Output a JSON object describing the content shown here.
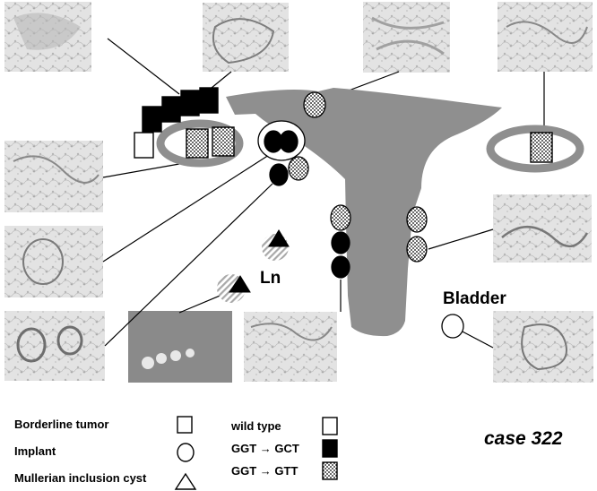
{
  "labels": {
    "ln": "Ln",
    "bladder": "Bladder",
    "case": "case 322"
  },
  "legend": {
    "shapes": [
      {
        "label": "Borderline tumor",
        "icon": "square-icon"
      },
      {
        "label": "Implant",
        "icon": "circle-icon"
      },
      {
        "label": "Mullerian inclusion cyst",
        "icon": "triangle-icon"
      }
    ],
    "mutations": [
      {
        "label": "wild type",
        "swatch": "white"
      },
      {
        "label": "GGT → GCT",
        "swatch": "black"
      },
      {
        "label": "GGT → GTT",
        "swatch": "stippled"
      }
    ]
  },
  "colors": {
    "uterus": "#8f8f8f",
    "ovary_ring": "#8f8f8f",
    "histology_bg": "#d9d9d9",
    "histology_tissue": "#9a9a9a"
  }
}
